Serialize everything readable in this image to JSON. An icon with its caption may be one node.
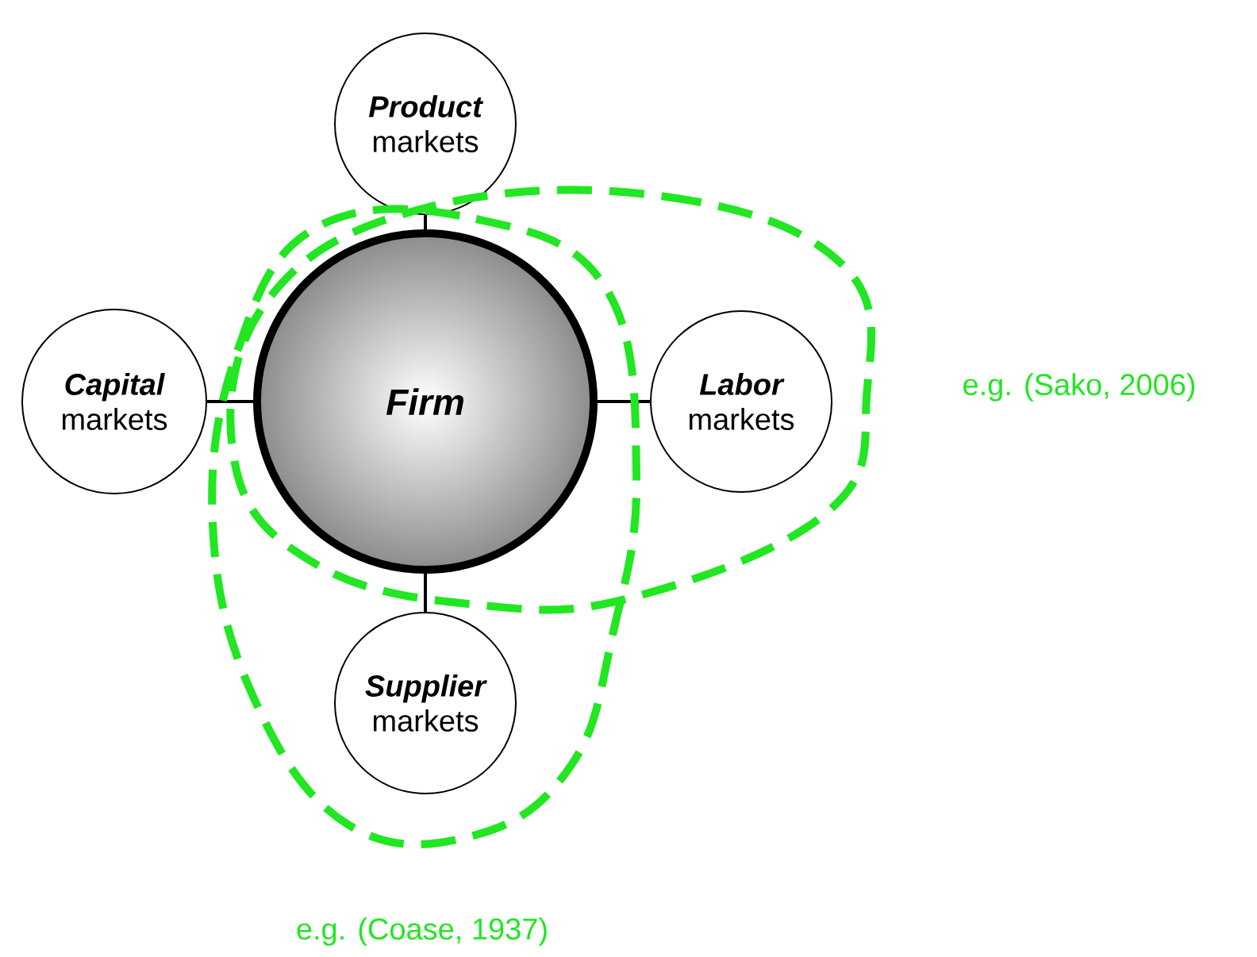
{
  "diagram": {
    "nodes": [
      {
        "text": [
          "Firm"
        ]
      },
      {
        "text": [
          "Product",
          "markets"
        ]
      },
      {
        "text": [
          "Capital",
          "markets"
        ]
      },
      {
        "text": [
          "Labor",
          "markets"
        ]
      },
      {
        "text": [
          "Supplier",
          "markets"
        ]
      }
    ],
    "edges": [
      {
        "from": 0,
        "to": 1,
        "arrow": "none"
      },
      {
        "from": 0,
        "to": 2,
        "arrow": "none"
      },
      {
        "from": 0,
        "to": 3,
        "arrow": "none"
      },
      {
        "from": 0,
        "to": 4,
        "arrow": "none"
      }
    ],
    "labels": [
      "e.g. (Sako, 2006)",
      "e.g. (Coase, 1937)"
    ]
  }
}
